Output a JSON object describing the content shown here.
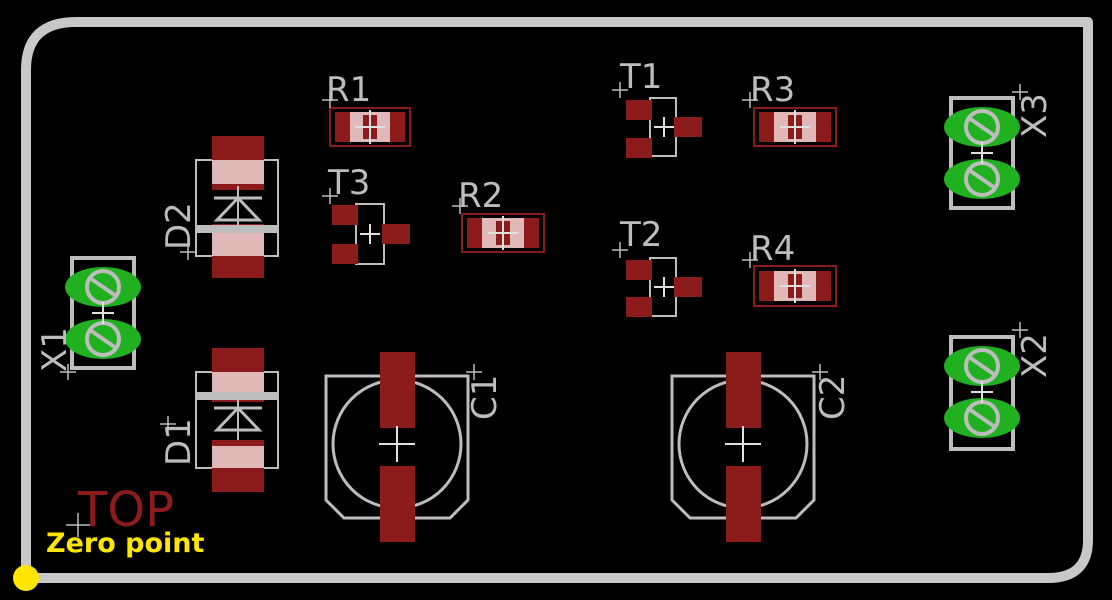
{
  "labels": {
    "R1": "R1",
    "R2": "R2",
    "R3": "R3",
    "R4": "R4",
    "T1": "T1",
    "T2": "T2",
    "T3": "T3",
    "D1": "D1",
    "D2": "D2",
    "C1": "C1",
    "C2": "C2",
    "X1": "X1",
    "X2": "X2",
    "X3": "X3",
    "top": "TOP",
    "zero_point": "Zero point"
  },
  "colors": {
    "background": "#000000",
    "outline": "#c8c8c8",
    "silkscreen": "#bdbdbd",
    "pad": "#8c1c1c",
    "pad_light": "#e0b8b8",
    "via": "#20b020",
    "marker": "#ffe600"
  }
}
